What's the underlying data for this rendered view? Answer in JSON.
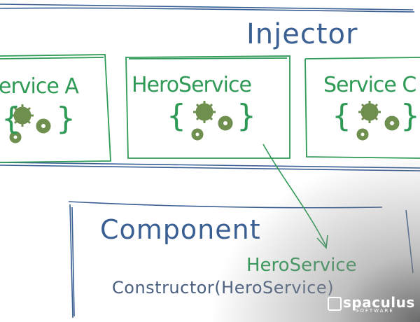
{
  "injector": {
    "title": "Injector"
  },
  "services": [
    {
      "label": "ervice A"
    },
    {
      "label": "HeroService"
    },
    {
      "label": "Service C"
    }
  ],
  "component": {
    "title": "Component",
    "injected_label": "HeroService",
    "constructor_text": "Constructor(HeroService)"
  },
  "brand": {
    "logo_text": "spaculus",
    "logo_sub": "SOFTWARE"
  },
  "colors": {
    "green": "#2e9a55",
    "blue": "#3a5f93",
    "gear": "#6f8f4f"
  },
  "icons": [
    "gears-icon",
    "brace-icon",
    "arrow-icon"
  ]
}
